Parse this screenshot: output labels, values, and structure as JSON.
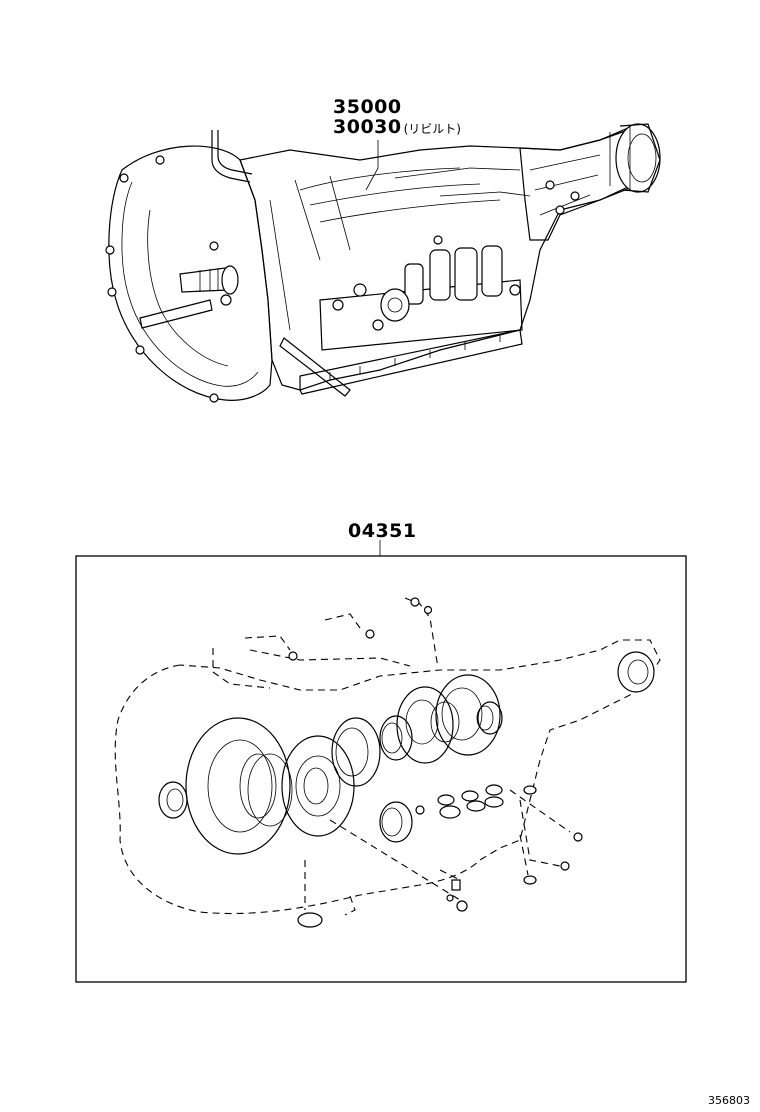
{
  "parts": {
    "assembly_number": "35000",
    "rebuilt_number": "30030",
    "rebuilt_note": "(リビルト)",
    "gasket_kit_number": "04351"
  },
  "figure_id": "356803"
}
